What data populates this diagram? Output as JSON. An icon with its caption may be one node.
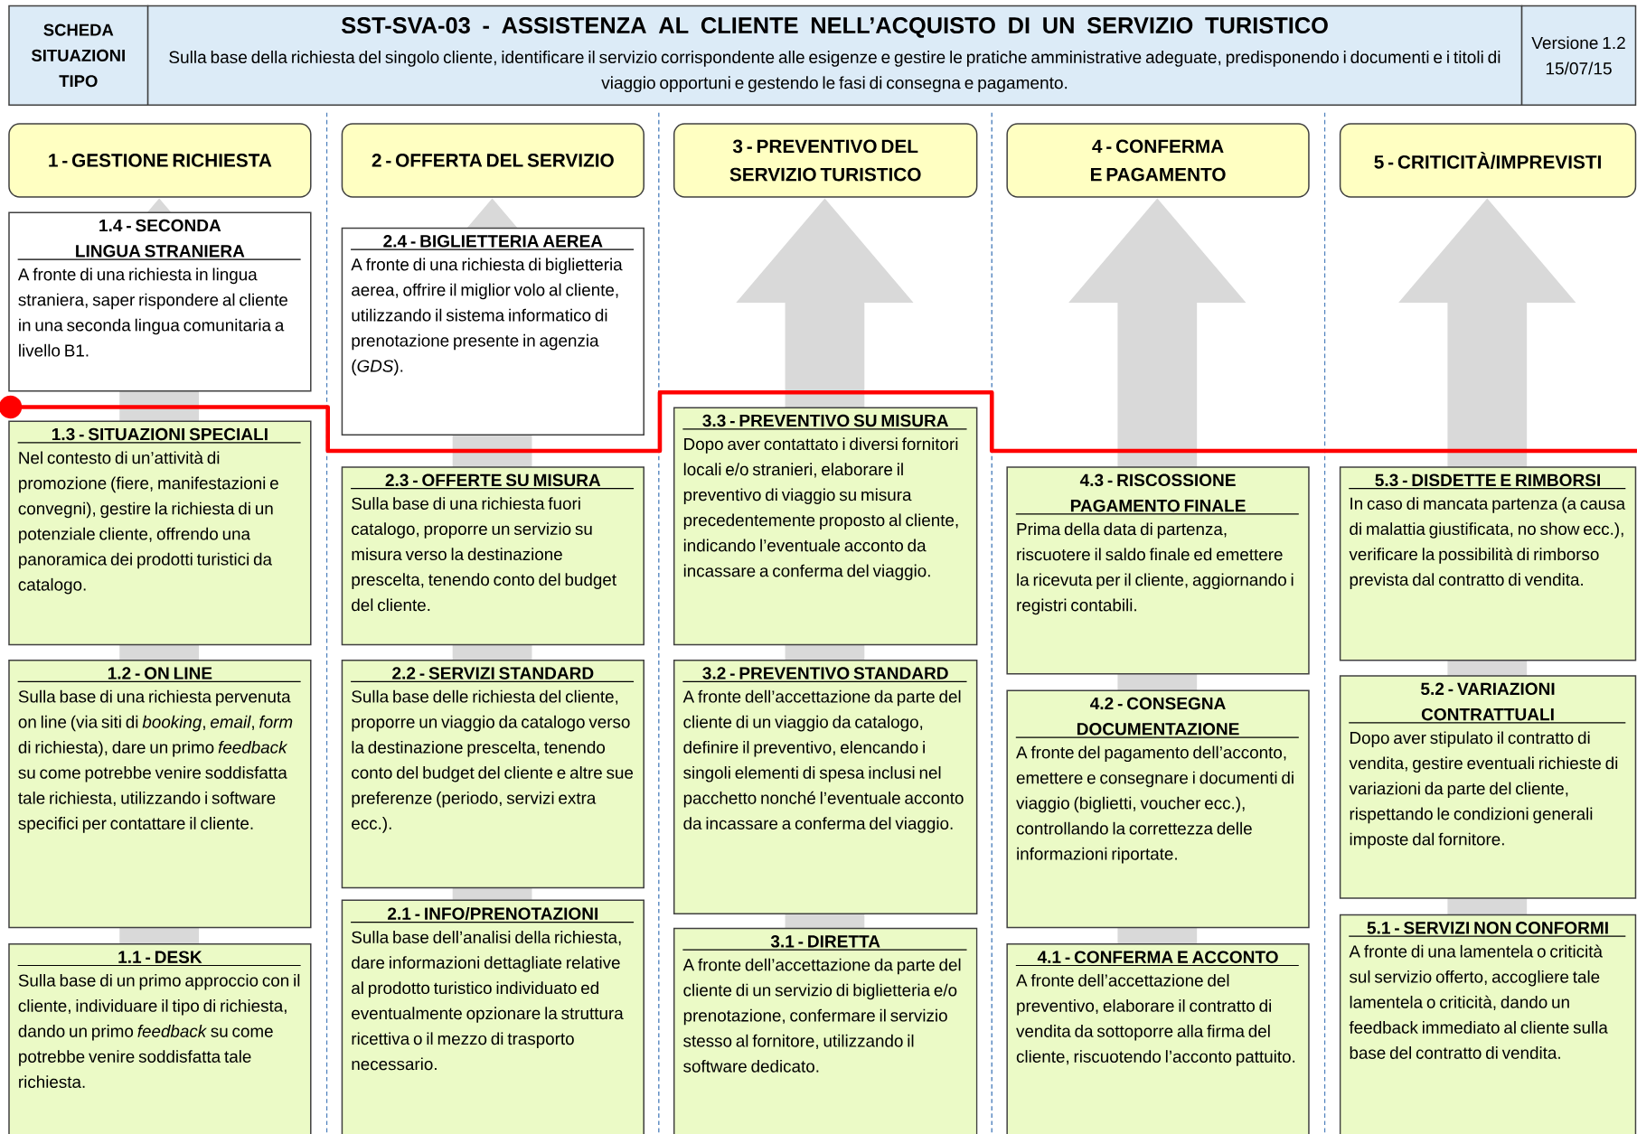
{
  "diagram": {
    "nodes": [
      {
        "text": [
          "SCHEDA SITUAZIONI TIPO"
        ]
      },
      {
        "text": [
          "SST-SVA-03 - ASSISTENZA AL CLIENTE NELL’ACQUISTO DI UN SERVIZIO TURISTICO",
          "Sulla base della richiesta del singolo cliente, identificare il servizio corrispondente alle esigenze e gestire le pratiche amministrative adeguate, predisponendo i documenti e i titoli di viaggio opportuni e gestendo le fasi di consegna e pagamento."
        ]
      },
      {
        "text": [
          "Versione 1.2 15/07/15"
        ]
      },
      {
        "text": [
          "1 - GESTIONE RICHIESTA"
        ]
      },
      {
        "text": [
          "2 - OFFERTA DEL SERVIZIO"
        ]
      },
      {
        "text": [
          "3 - PREVENTIVO DEL SERVIZIO TURISTICO"
        ]
      },
      {
        "text": [
          "4 - CONFERMA E PAGAMENTO"
        ]
      },
      {
        "text": [
          "5 - CRITICITÀ/IMPREVISTI"
        ]
      },
      {
        "text": [
          "1.4 - SECONDA LINGUA STRANIERA",
          "A fronte di una richiesta in lingua straniera, saper rispondere al cliente in una seconda lingua comunitaria a livello B1."
        ]
      },
      {
        "text": [
          "1.3 - SITUAZIONI SPECIALI",
          "Nel contesto di un’attività di promozione (fiere, manifestazioni e convegni), gestire la richiesta di un potenziale cliente, offrendo una panoramica dei prodotti turistici da catalogo."
        ]
      },
      {
        "text": [
          "1.2 - ON LINE",
          "Sulla base di una richiesta pervenuta on line (via siti di *booking*, *email*, *form* di richiesta), dare un primo *feedback* su come potrebbe venire soddisfatta tale richiesta, utilizzando i software specifici per contattare il cliente."
        ]
      },
      {
        "text": [
          "1.1 - DESK",
          "Sulla base di un primo approccio con il cliente, individuare il tipo di richiesta, dando un primo *feedback* su come potrebbe venire soddisfatta tale richiesta."
        ]
      },
      {
        "text": [
          "2.4 - BIGLIETTERIA AEREA",
          "A fronte di una richiesta di biglietteria aerea, offrire il miglior volo al cliente, utilizzando il sistema informatico di prenotazione presente in agenzia (*GDS*)."
        ]
      },
      {
        "text": [
          "2.3 - OFFERTE SU MISURA",
          "Sulla base di una richiesta fuori catalogo, proporre un servizio su misura verso la destinazione prescelta, tenendo conto del budget del cliente."
        ]
      },
      {
        "text": [
          "2.2 - SERVIZI STANDARD",
          "Sulla base delle richiesta del cliente, proporre un viaggio da catalogo verso la destinazione prescelta, tenendo conto del budget del cliente e altre sue preferenze (periodo, servizi extra ecc.)."
        ]
      },
      {
        "text": [
          "2.1 - INFO/PRENOTAZIONI",
          "Sulla base dell’analisi della richiesta, dare informazioni dettagliate relative al prodotto turistico individuato ed eventualmente opzionare la struttura ricettiva o il mezzo di trasporto necessario."
        ]
      },
      {
        "text": [
          "3.3 - PREVENTIVO SU MISURA",
          "Dopo aver contattato i diversi fornitori locali e/o stranieri, elaborare il preventivo di viaggio su misura precedentemente proposto al cliente, indicando l’eventuale acconto da incassare a conferma del viaggio."
        ]
      },
      {
        "text": [
          "3.2 - PREVENTIVO STANDARD",
          "A fronte dell’accettazione da parte del cliente di un viaggio da catalogo, definire il preventivo, elencando i singoli elementi di spesa inclusi nel pacchetto nonché l’eventuale acconto da incassare a conferma del viaggio."
        ]
      },
      {
        "text": [
          "3.1 - DIRETTA",
          "A fronte dell’accettazione da parte del cliente di un servizio di biglietteria e/o prenotazione, confermare il servizio stesso al fornitore, utilizzando il software dedicato."
        ]
      },
      {
        "text": [
          "4.3 - RISCOSSIONE PAGAMENTO FINALE",
          "Prima della data di partenza, riscuotere il saldo finale ed emettere la ricevuta per il cliente, aggiornando i registri contabili."
        ]
      },
      {
        "text": [
          "4.2 - CONSEGNA DOCUMENTAZIONE",
          "A fronte del pagamento dell’acconto, emettere e consegnare i documenti di viaggio (biglietti, voucher ecc.), controllando la correttezza delle informazioni riportate."
        ]
      },
      {
        "text": [
          "4.1 - CONFERMA E ACCONTO",
          "A fronte dell’accettazione del preventivo, elaborare il contratto di vendita da sottoporre alla firma del cliente, riscuotendo l’acconto pattuito."
        ]
      },
      {
        "text": [
          "5.3 - DISDETTE E RIMBORSI",
          "In caso di mancata partenza (a causa di malattia giustificata, no show ecc.), verificare la possibilità di rimborso prevista dal contratto di vendita."
        ]
      },
      {
        "text": [
          "5.2 - VARIAZIONI CONTRATTUALI",
          "Dopo aver stipulato il contratto di vendita, gestire eventuali richieste di variazioni da parte del cliente, rispettando le condizioni generali imposte dal fornitore."
        ]
      },
      {
        "text": [
          "5.1 - SERVIZI NON CONFORMI",
          "A fronte di una lamentela o criticità sul servizio offerto, accogliere tale lamentela o criticità, dando un feedback immediato al cliente sulla base del contratto di vendita."
        ]
      }
    ]
  }
}
